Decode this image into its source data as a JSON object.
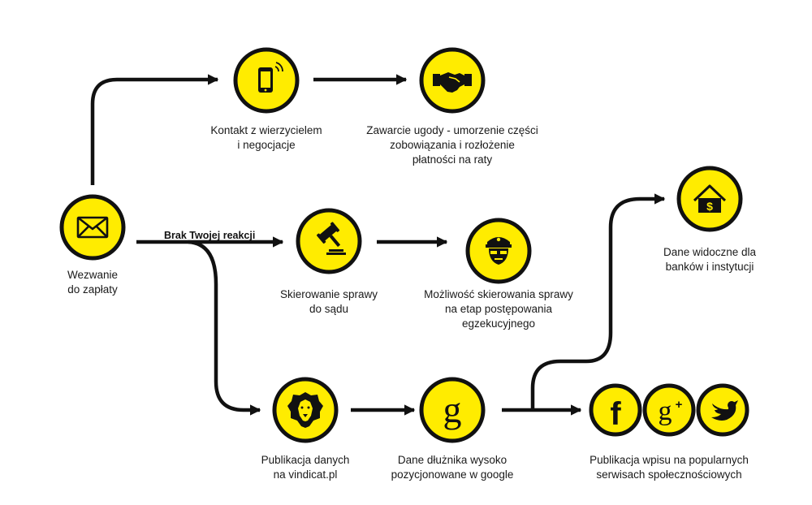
{
  "colors": {
    "accent": "#ffec00",
    "ink": "#111111"
  },
  "nodes": {
    "summons": {
      "icon": "envelope-icon",
      "lines": [
        "Wezwanie",
        "do zapłaty"
      ]
    },
    "contact": {
      "icon": "phone-icon",
      "lines": [
        "Kontakt z wierzycielem",
        "i negocjacje"
      ]
    },
    "agreement": {
      "icon": "handshake-icon",
      "lines": [
        "Zawarcie ugody - umorzenie części",
        "zobowiązania i rozłożenie",
        "płatności na raty"
      ]
    },
    "court": {
      "icon": "gavel-icon",
      "lines": [
        "Skierowanie sprawy",
        "do sądu"
      ]
    },
    "bailiff": {
      "icon": "police-icon",
      "lines": [
        "Możliwość skierowania sprawy",
        "na etap postępowania",
        "egzekucyjnego"
      ]
    },
    "publication": {
      "icon": "lion-icon",
      "lines": [
        "Publikacja danych",
        "na vindicat.pl"
      ]
    },
    "google": {
      "icon": "google-icon",
      "lines": [
        "Dane dłużnika wysoko",
        "pozycjonowane w google"
      ]
    },
    "banks": {
      "icon": "house-dollar-icon",
      "lines": [
        "Dane widoczne dla",
        "banków i instytucji"
      ]
    },
    "social": {
      "icons": [
        "facebook-icon",
        "google-plus-icon",
        "twitter-icon"
      ],
      "lines": [
        "Publikacja wpisu na popularnych",
        "serwisach społecznościowych"
      ]
    }
  },
  "edge_label": "Brak Twojej reakcji"
}
